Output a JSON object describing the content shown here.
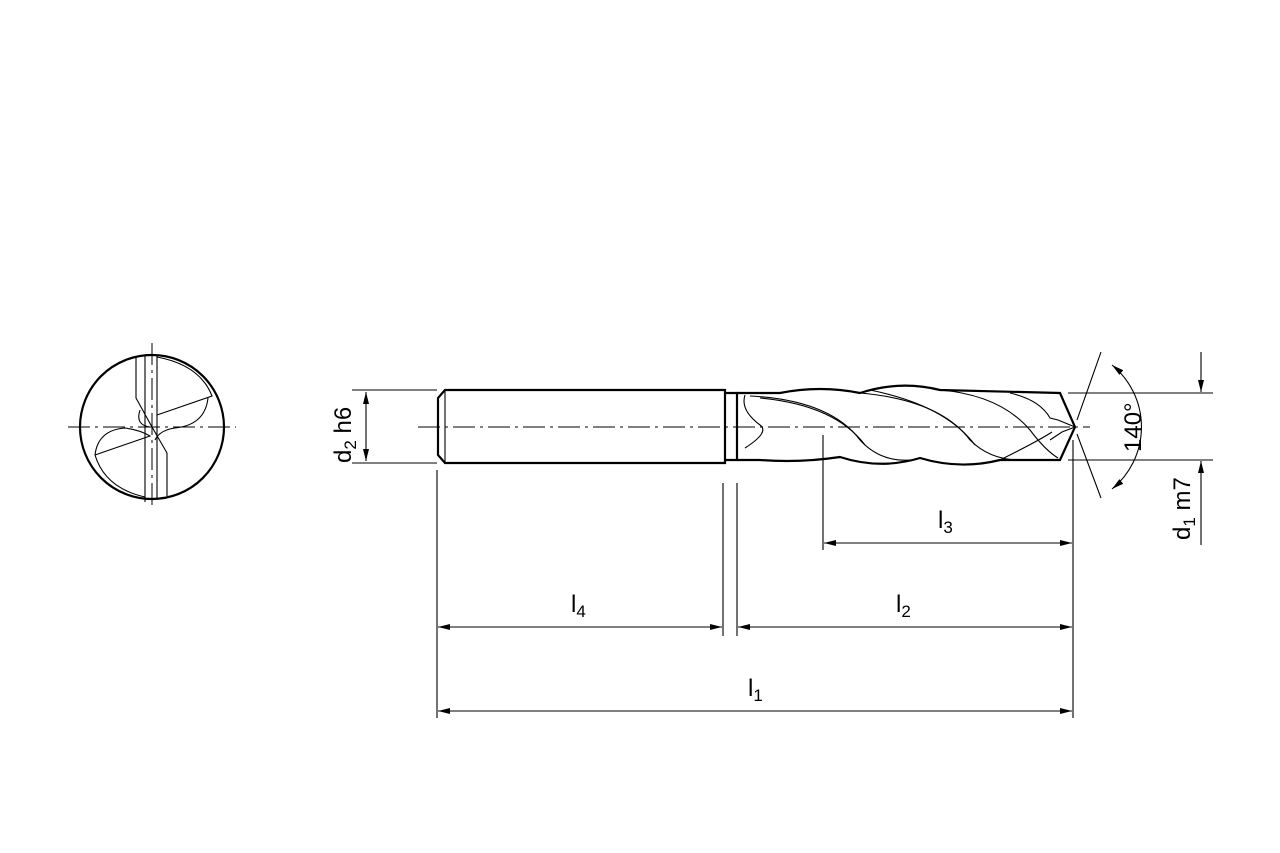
{
  "drawing": {
    "line_color": "#000000",
    "background": "#ffffff",
    "dimensions": {
      "d2": {
        "base": "d",
        "sub": "2",
        "tol": " h6"
      },
      "d1": {
        "base": "d",
        "sub": "1",
        "tol": " m7"
      },
      "angle": {
        "text": "140°"
      },
      "l1": {
        "base": "l",
        "sub": "1"
      },
      "l2": {
        "base": "l",
        "sub": "2"
      },
      "l3": {
        "base": "l",
        "sub": "3"
      },
      "l4": {
        "base": "l",
        "sub": "4"
      }
    }
  }
}
